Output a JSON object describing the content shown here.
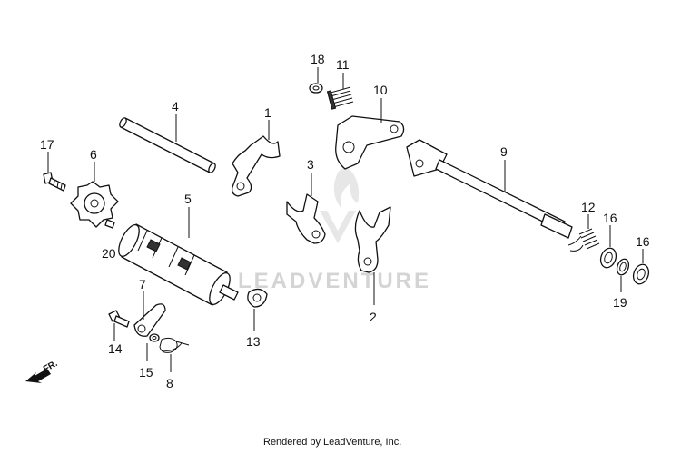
{
  "diagram": {
    "callouts": {
      "p1": "1",
      "p2": "2",
      "p3": "3",
      "p4": "4",
      "p5": "5",
      "p6": "6",
      "p7": "7",
      "p8": "8",
      "p9": "9",
      "p10": "10",
      "p11": "11",
      "p12": "12",
      "p13": "13",
      "p14": "14",
      "p15": "15",
      "p16a": "16",
      "p16b": "16",
      "p17": "17",
      "p18": "18",
      "p19": "19",
      "p20": "20"
    },
    "direction_label": "FR.",
    "watermark_text": "LEADVENTURE",
    "footer": "Rendered by LeadVenture, Inc."
  }
}
